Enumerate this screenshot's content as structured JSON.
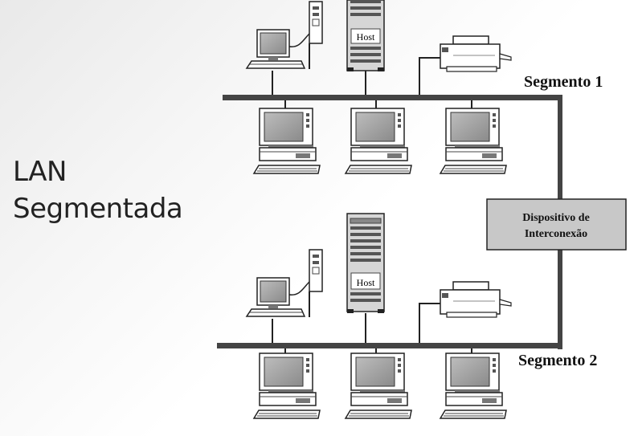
{
  "title": {
    "line1": "LAN",
    "line2": "Segmentada"
  },
  "segments": [
    {
      "label": "Segmento 1"
    },
    {
      "label": "Segmento 2"
    }
  ],
  "hosts": [
    {
      "label": "Host"
    },
    {
      "label": "Host"
    }
  ],
  "device": {
    "line1": "Dispositivo de",
    "line2": "Interconexão"
  },
  "colors": {
    "cable": "#444444",
    "device_fill": "#c8c8c8",
    "text": "#111111"
  }
}
